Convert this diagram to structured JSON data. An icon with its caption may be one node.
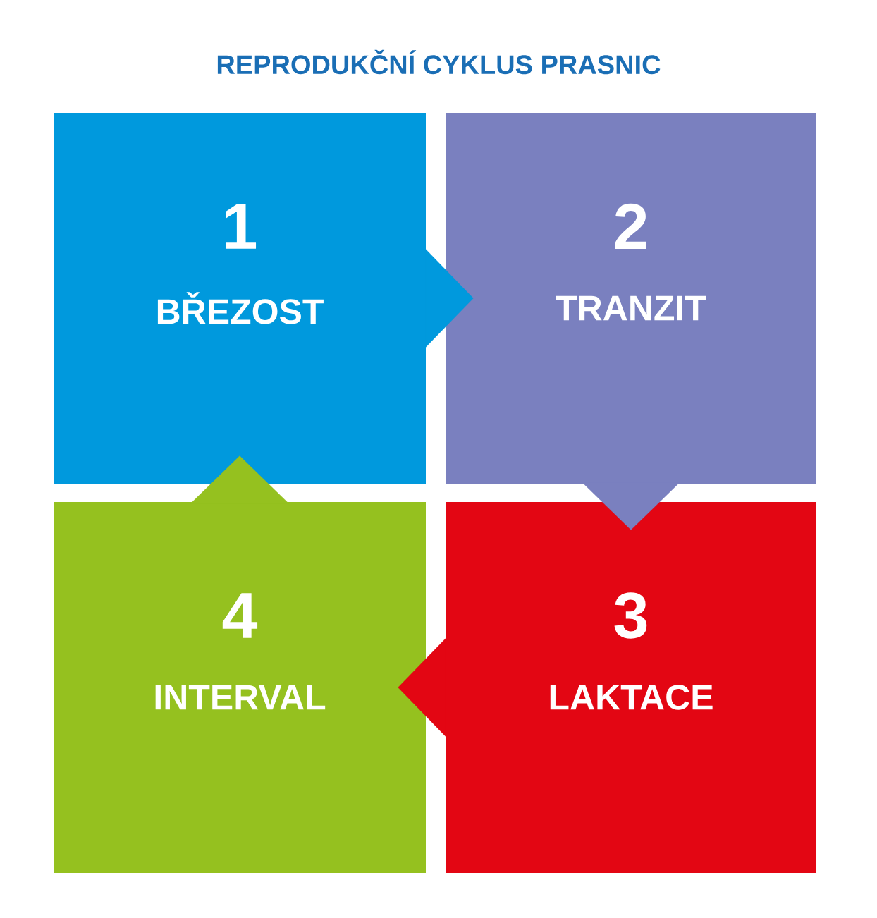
{
  "diagram": {
    "title": "REPRODUKČNÍ CYKLUS PRASNIC",
    "nodes": [
      {
        "text": [
          "1",
          "BŘEZOST"
        ]
      },
      {
        "text": [
          "2",
          "TRANZIT"
        ]
      },
      {
        "text": [
          "3",
          "LAKTACE"
        ]
      },
      {
        "text": [
          "4",
          "INTERVAL"
        ]
      }
    ],
    "edges": [
      {
        "from": 0,
        "to": 1,
        "arrow": "to"
      },
      {
        "from": 1,
        "to": 2,
        "arrow": "to"
      },
      {
        "from": 2,
        "to": 3,
        "arrow": "to"
      },
      {
        "from": 3,
        "to": 0,
        "arrow": "to"
      }
    ]
  }
}
